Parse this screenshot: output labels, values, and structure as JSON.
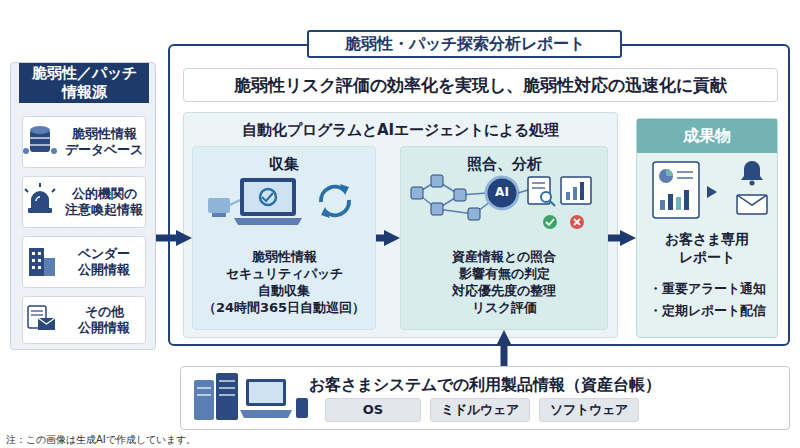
{
  "diagram": {
    "nodes": [
      {
        "text": [
          "脆弱性／パッチ 情報源"
        ]
      },
      {
        "text": [
          "脆弱性情報 データベース"
        ],
        "in": 0
      },
      {
        "text": [
          "公的機関の 注意喚起情報"
        ],
        "in": 0
      },
      {
        "text": [
          "ベンダー 公開情報"
        ],
        "in": 0
      },
      {
        "text": [
          "その他 公開情報"
        ],
        "in": 0
      },
      {
        "text": [
          "脆弱性・パッチ探索分析レポート"
        ]
      },
      {
        "text": [
          "脆弱性リスク評価の効率化を実現し、脆弱性対応の迅速化に貢献"
        ],
        "in": 5
      },
      {
        "text": [
          "自動化プログラムとAIエージェントによる処理"
        ],
        "in": 5
      },
      {
        "text": [
          "収集",
          "脆弱性情報 セキュリティパッチ 自動収集 （24時間365日自動巡回）"
        ],
        "in": 7
      },
      {
        "text": [
          "照合、分析",
          "資産情報との照合 影響有無の判定 対応優先度の整理 リスク評価"
        ],
        "in": 7
      },
      {
        "text": [
          "成果物",
          "お客さま専用 レポート",
          "・重要アラート通知",
          "・定期レポート配信"
        ],
        "in": 5
      },
      {
        "text": [
          "お客さまシステムでの利用製品情報（資産台帳）"
        ]
      },
      {
        "text": [
          "OS"
        ],
        "in": 11
      },
      {
        "text": [
          "ミドルウェア"
        ],
        "in": 11
      },
      {
        "text": [
          "ソフトウェア"
        ],
        "in": 11
      }
    ],
    "edges": [
      {
        "from": 0,
        "to": 8,
        "arrow": "to"
      },
      {
        "from": 8,
        "to": 9,
        "arrow": "to"
      },
      {
        "from": 9,
        "to": 10,
        "arrow": "to"
      },
      {
        "from": 11,
        "to": 9,
        "arrow": "to"
      }
    ],
    "labels": [
      "AI",
      "注：この画像は生成AIで作成しています。"
    ]
  }
}
